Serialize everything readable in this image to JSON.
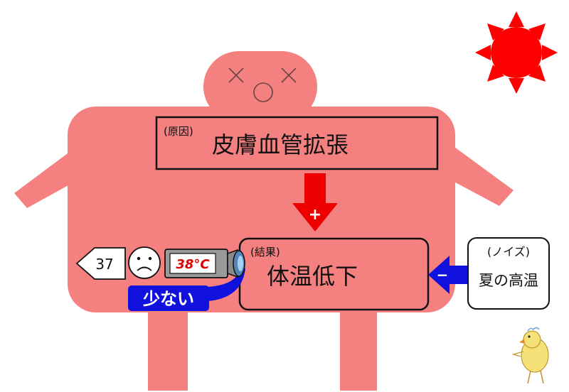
{
  "cause": {
    "prefix": "(原因)",
    "label": "皮膚血管拡張"
  },
  "result": {
    "prefix": "(結果)",
    "label": "体温低下"
  },
  "noise": {
    "prefix": "(ノイズ)",
    "label": "夏の高温"
  },
  "cause_arrow": {
    "sign": "+"
  },
  "noise_arrow": {
    "sign": "−"
  },
  "sample": {
    "count": "37",
    "reading": "38°C",
    "verdict": "少ない"
  },
  "colors": {
    "body": "#f48080",
    "sun": "#ff0000",
    "cause_arrow": "#ee0000",
    "noise_arrow": "#1111dd",
    "badge": "#1111dd",
    "thermo_screen": "#e00000"
  },
  "icons": [
    "sun-icon",
    "sad-face-icon",
    "camera-icon",
    "chick-icon"
  ]
}
